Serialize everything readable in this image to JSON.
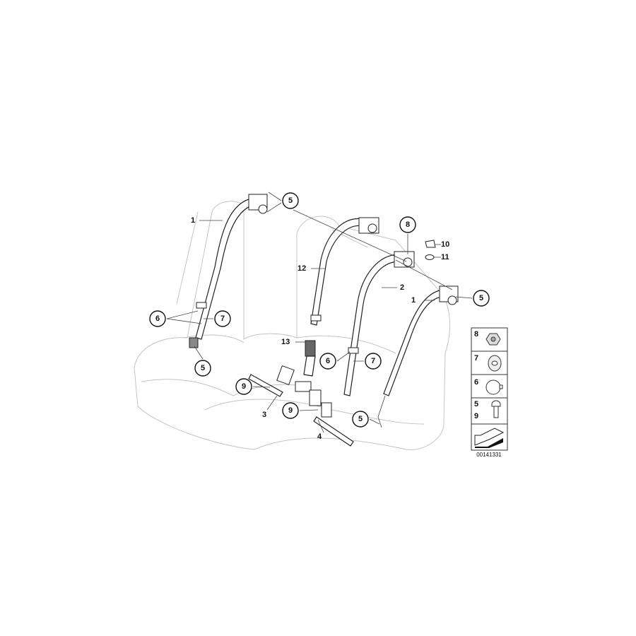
{
  "diagram": {
    "callouts": {
      "c5a": "5",
      "c8": "8",
      "c5b": "5",
      "c6a": "6",
      "c7a": "7",
      "c5c": "5",
      "c9a": "9",
      "c6b": "6",
      "c7b": "7",
      "c9b": "9",
      "c5d": "5"
    },
    "labels": {
      "l1a": "1",
      "l12": "12",
      "l10": "10",
      "l11": "11",
      "l2": "2",
      "l1b": "1",
      "l13": "13",
      "l3": "3",
      "l4": "4"
    },
    "legend": {
      "rows": [
        {
          "label": "8",
          "icon": "flange-nut-icon"
        },
        {
          "label": "7",
          "icon": "clip-icon"
        },
        {
          "label": "6",
          "icon": "cap-icon"
        },
        {
          "label": "5",
          "label2": "9",
          "icon": "bolt-icon"
        },
        {
          "icon": "arrow-icon"
        }
      ]
    },
    "code": "00141331"
  }
}
